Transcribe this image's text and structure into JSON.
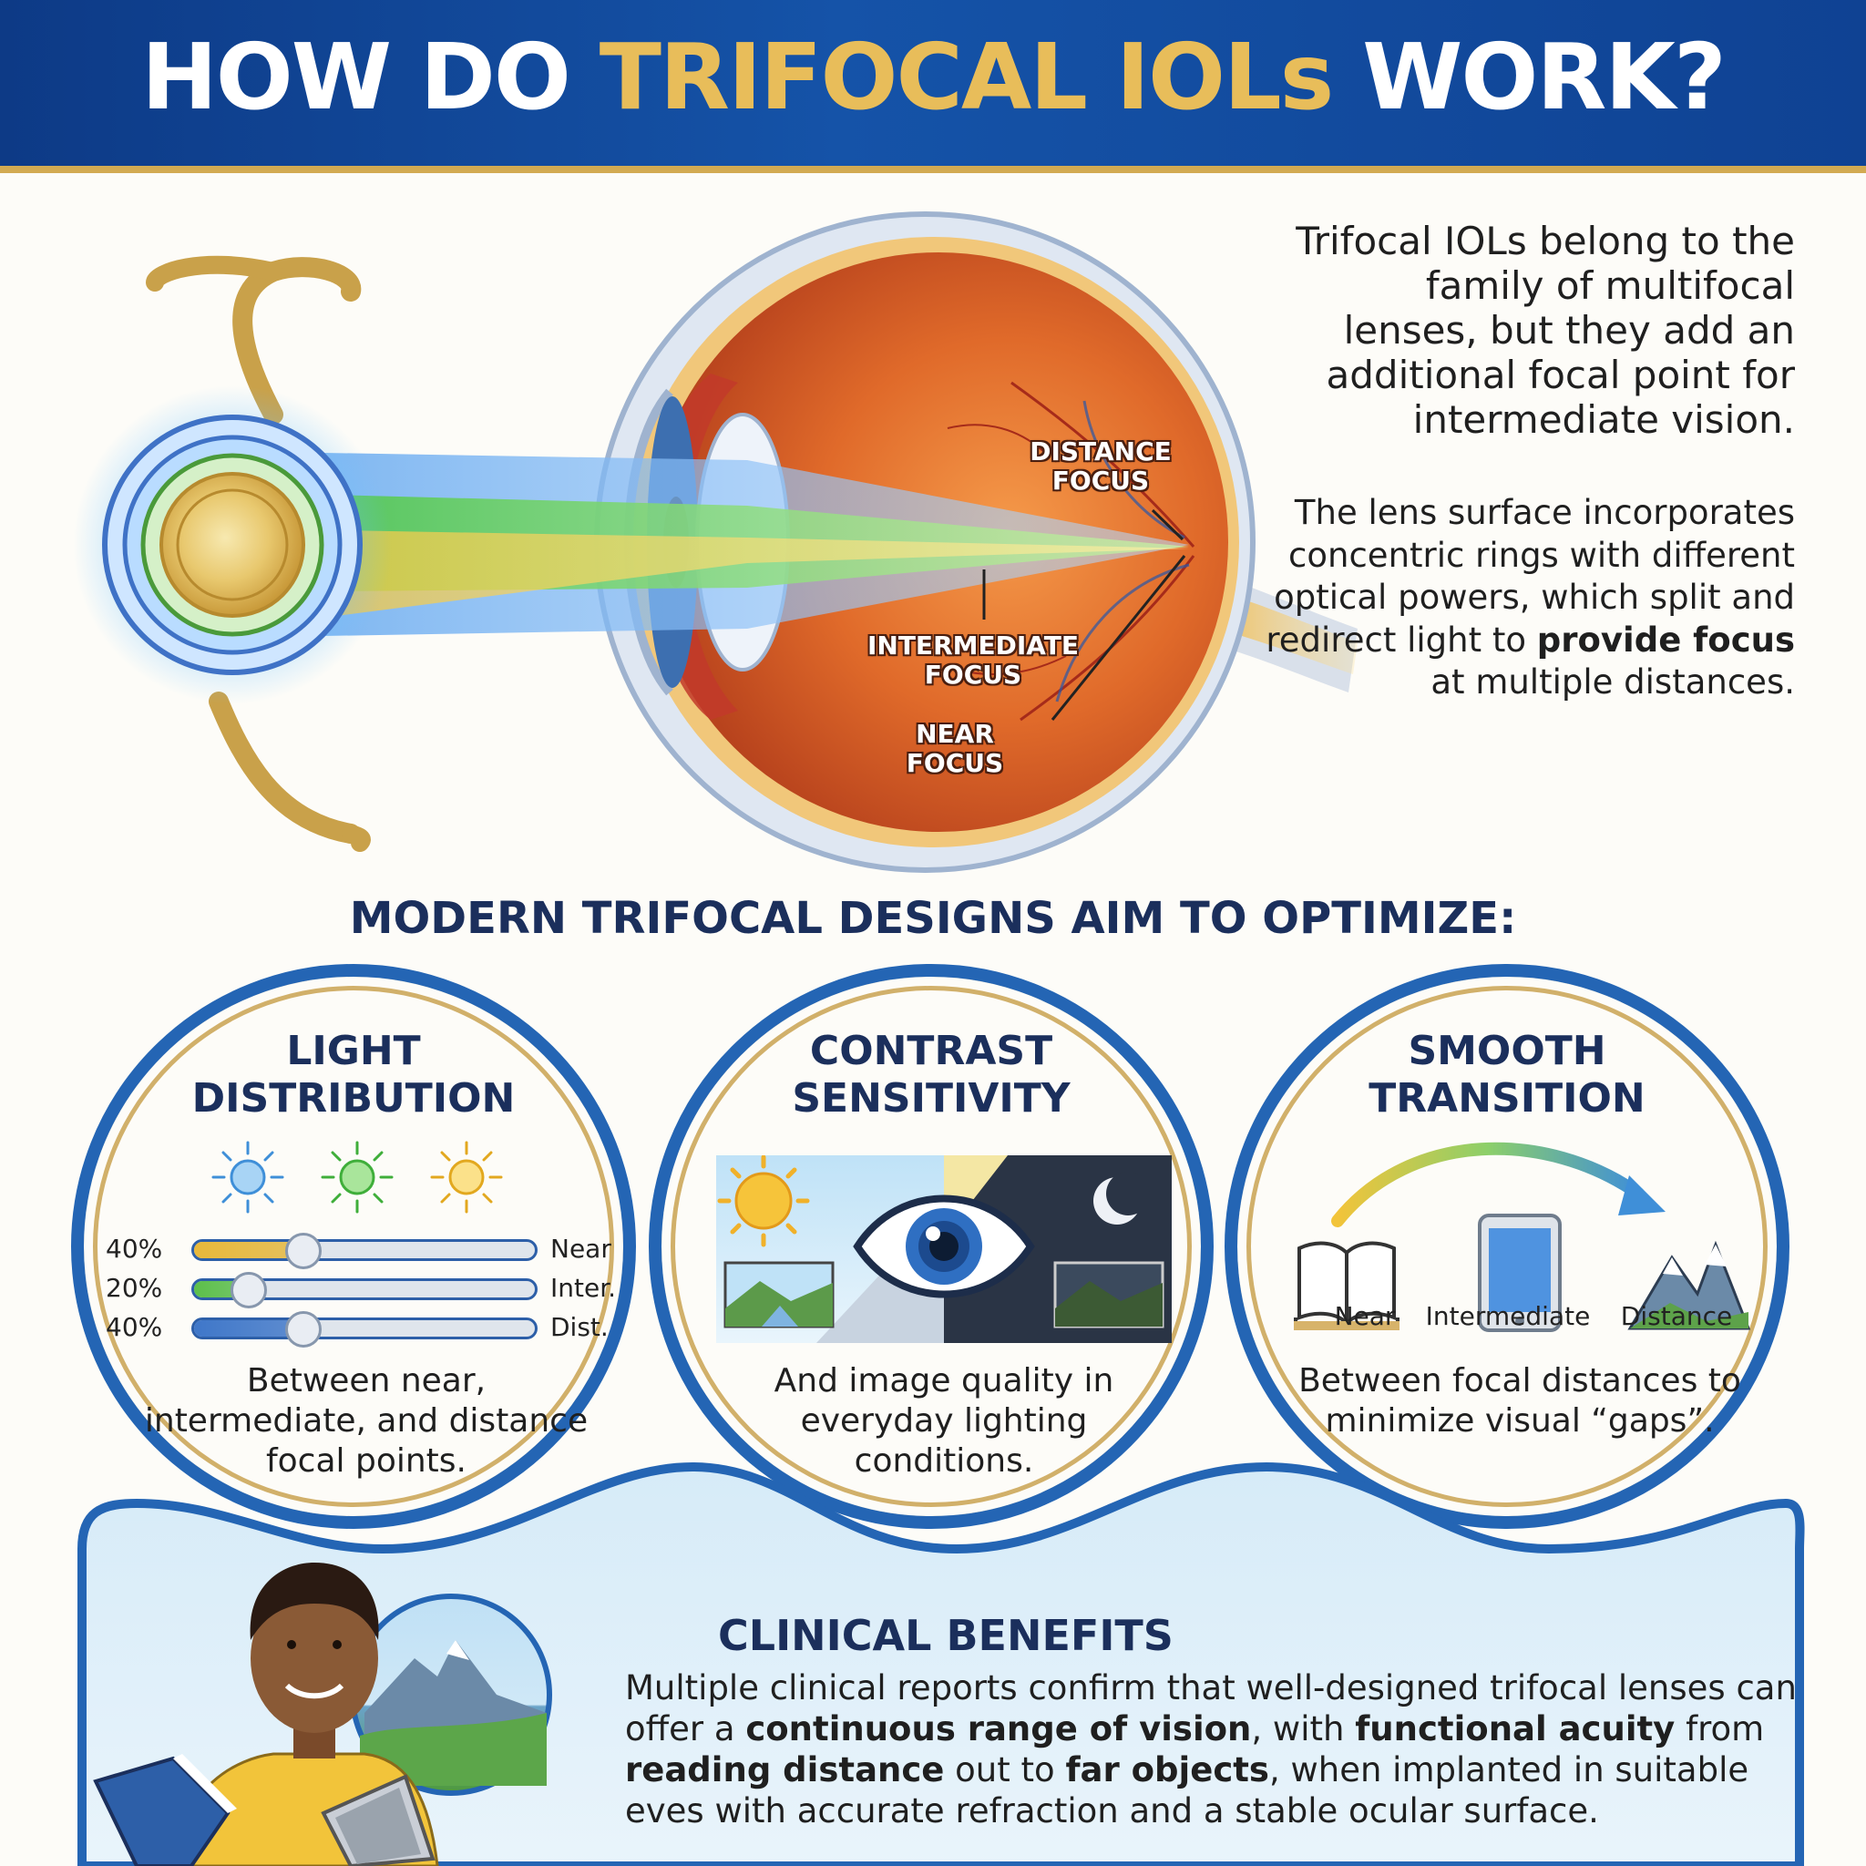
{
  "header": {
    "title_pre": "HOW DO ",
    "title_highlight": "TRIFOCAL IOLs",
    "title_post": " WORK?"
  },
  "intro": {
    "paragraph1": "Trifocal IOLs belong to the family of multifocal lenses, but they add an additional focal point for intermediate vision.",
    "paragraph2_pre": "The lens surface incorporates concentric rings with different optical powers, which split and redirect light to ",
    "paragraph2_bold": "provide focus",
    "paragraph2_post": " at multiple distances."
  },
  "eye_labels": {
    "distance_line1": "DISTANCE",
    "distance_line2": "FOCUS",
    "intermediate_line1": "INTERMEDIATE",
    "intermediate_line2": "FOCUS",
    "near": "NEAR FOCUS"
  },
  "section_heading": "MODERN TRIFOCAL DESIGNS AIM TO OPTIMIZE:",
  "circles": {
    "light": {
      "title_line1": "LIGHT",
      "title_line2": "DISTRIBUTION",
      "description": "Between near, intermediate, and distance focal points.",
      "bars": [
        {
          "percent": "40%",
          "value": 40,
          "label": "Near",
          "color": "#e8b83a"
        },
        {
          "percent": "20%",
          "value": 20,
          "label": "Inter.",
          "color": "#5cbf4a"
        },
        {
          "percent": "40%",
          "value": 40,
          "label": "Dist.",
          "color": "#3f77c9"
        }
      ]
    },
    "contrast": {
      "title_line1": "CONTRAST",
      "title_line2": "SENSITIVITY",
      "description": "And image quality in everyday lighting conditions."
    },
    "transition": {
      "title_line1": "SMOOTH",
      "title_line2": "TRANSITION",
      "description": "Between focal distances to minimize visual “gaps”.",
      "labels": [
        "Near",
        "Intermediate",
        "Distance"
      ]
    }
  },
  "clinical": {
    "title": "CLINICAL BENEFITS",
    "t1": "Multiple clinical reports confirm that well-designed trifocal lenses can offer a ",
    "b1": "continuous range of vision",
    "t2": ", with ",
    "b2": "functional acuity",
    "t3": " from ",
    "b3": "reading distance",
    "t4": " out to ",
    "b4": "far objects",
    "t5": ", when implanted in suitable eves with accurate refraction and a stable ocular surface."
  },
  "colors": {
    "navy": "#0d3a86",
    "gold": "#e8bd5a",
    "ring_blue": "#2465b4",
    "heading_navy": "#1b2f5c"
  }
}
